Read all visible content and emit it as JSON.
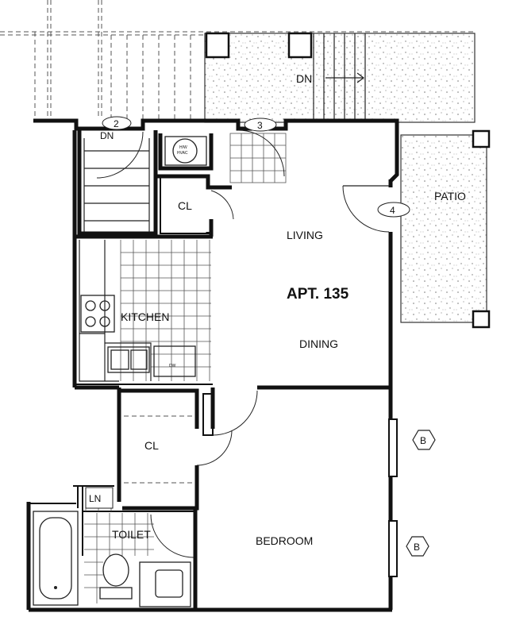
{
  "plan": {
    "title": "APT. 135",
    "rooms": {
      "living": "LIVING",
      "dining": "DINING",
      "kitchen": "KITCHEN",
      "bedroom": "BEDROOM",
      "toilet": "TOILET",
      "patio": "PATIO",
      "closet_upper": "CL",
      "closet_lower": "CL",
      "linen": "LN"
    },
    "stairs": {
      "down_upper": "DN",
      "down_left": "DN"
    },
    "fixtures": {
      "water_heater": "H/W",
      "hvac": "HVAC",
      "dishwasher": "DW"
    },
    "door_tags": [
      "2",
      "3",
      "4"
    ],
    "window_tags": [
      "B",
      "B"
    ]
  }
}
